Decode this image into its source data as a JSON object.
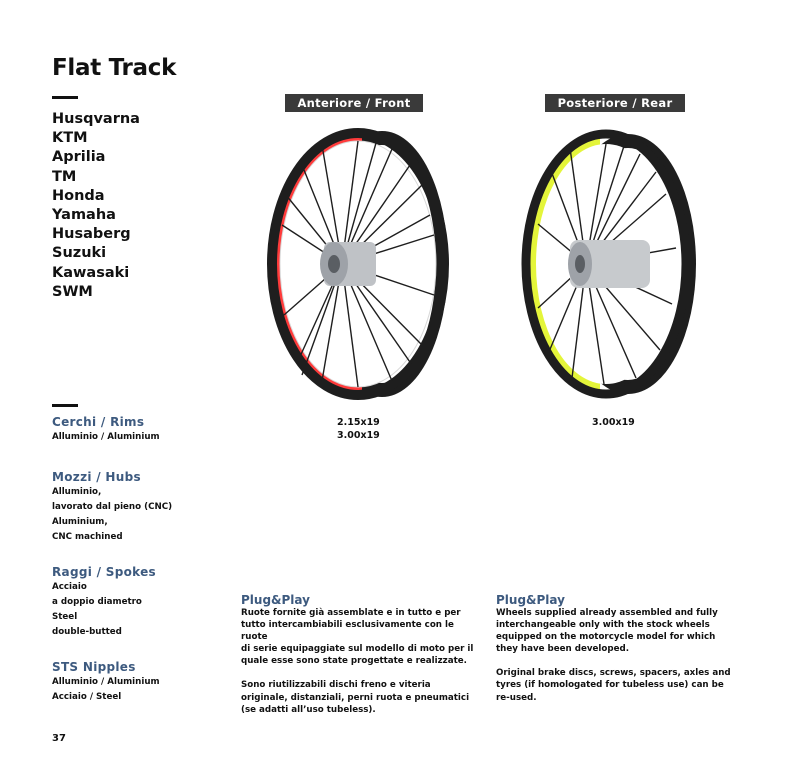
{
  "title": "Flat Track",
  "brands": [
    "Husqvarna",
    "KTM",
    "Aprilia",
    "TM",
    "Honda",
    "Yamaha",
    "Husaberg",
    "Suzuki",
    "Kawasaki",
    "SWM"
  ],
  "headers": {
    "front": "Anteriore / Front",
    "rear": "Posteriore / Rear"
  },
  "sections": {
    "rims": {
      "title": "Cerchi / Rims",
      "lines": [
        "Alluminio / Aluminium"
      ]
    },
    "hubs": {
      "title": "Mozzi / Hubs",
      "lines": [
        "Alluminio,",
        "lavorato dal pieno (CNC)",
        "Aluminium,",
        "CNC machined"
      ]
    },
    "spokes": {
      "title": "Raggi / Spokes",
      "lines": [
        "Acciaio",
        "a doppio diametro",
        "Steel",
        "double-butted"
      ]
    },
    "nipples": {
      "title": "STS Nipples",
      "lines": [
        "Alluminio / Aluminium",
        "Acciaio / Steel"
      ]
    }
  },
  "sizes": {
    "front": [
      "2.15x19",
      "3.00x19"
    ],
    "rear": [
      "3.00x19"
    ]
  },
  "plugplay": {
    "it": {
      "title": "Plug&Play",
      "p1": [
        "Ruote fornite già assemblate e in tutto e per",
        "tutto intercambiabili esclusivamente con le ruote",
        "di serie equipaggiate sul modello di moto per il",
        "quale esse sono state progettate e realizzate."
      ],
      "p2": [
        "Sono riutilizzabili dischi freno e viteria",
        "originale, distanziali, perni ruota e pneumatici",
        "(se adatti all’uso tubeless)."
      ]
    },
    "en": {
      "title": "Plug&Play",
      "p1": [
        "Wheels supplied already assembled and fully",
        "interchangeable only with the stock wheels",
        "equipped on the motorcycle model for which",
        "they have been developed."
      ],
      "p2": [
        "Original brake discs, screws, spacers, axles and",
        "tyres (if homologated for tubeless use) can be",
        "re-used."
      ]
    }
  },
  "page_number": "37",
  "colors": {
    "front_rim": "#ff3b3b",
    "rear_rim": "#e4f53a",
    "tire": "#1e1e1e",
    "heading_blue": "#3d5a7f",
    "pill_bg": "#3a3a3a"
  }
}
